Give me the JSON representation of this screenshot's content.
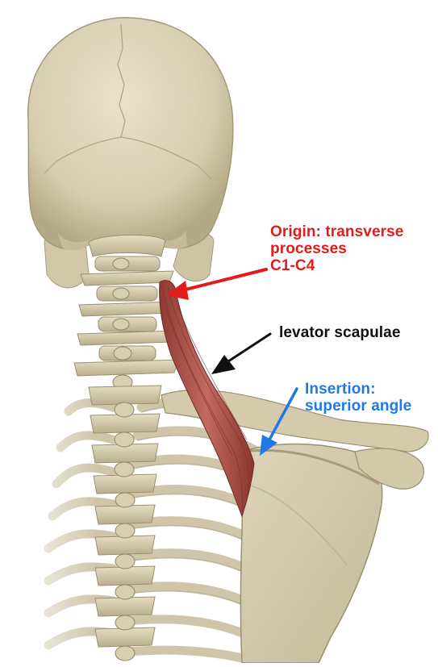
{
  "colors": {
    "background": "#ffffff",
    "bone": "#ddd4bb",
    "bone_shadow": "#b2a786",
    "bone_dark": "#8e8466",
    "muscle": "#b35a52",
    "muscle_dark": "#7c302b",
    "origin_color": "#e41b1b",
    "muscle_label_color": "#111111",
    "insertion_color": "#1f78e6"
  },
  "annotations": {
    "origin": {
      "lines": [
        "Origin: transverse",
        "processes",
        "C1-C4"
      ]
    },
    "muscle": {
      "lines": [
        "levator scapulae"
      ]
    },
    "insertion": {
      "lines": [
        "Insertion:",
        "superior angle"
      ]
    }
  },
  "icons": {
    "origin_arrow": "arrow-left-icon",
    "muscle_arrow": "arrow-down-left-icon",
    "insertion_arrow": "arrow-down-left-icon"
  }
}
